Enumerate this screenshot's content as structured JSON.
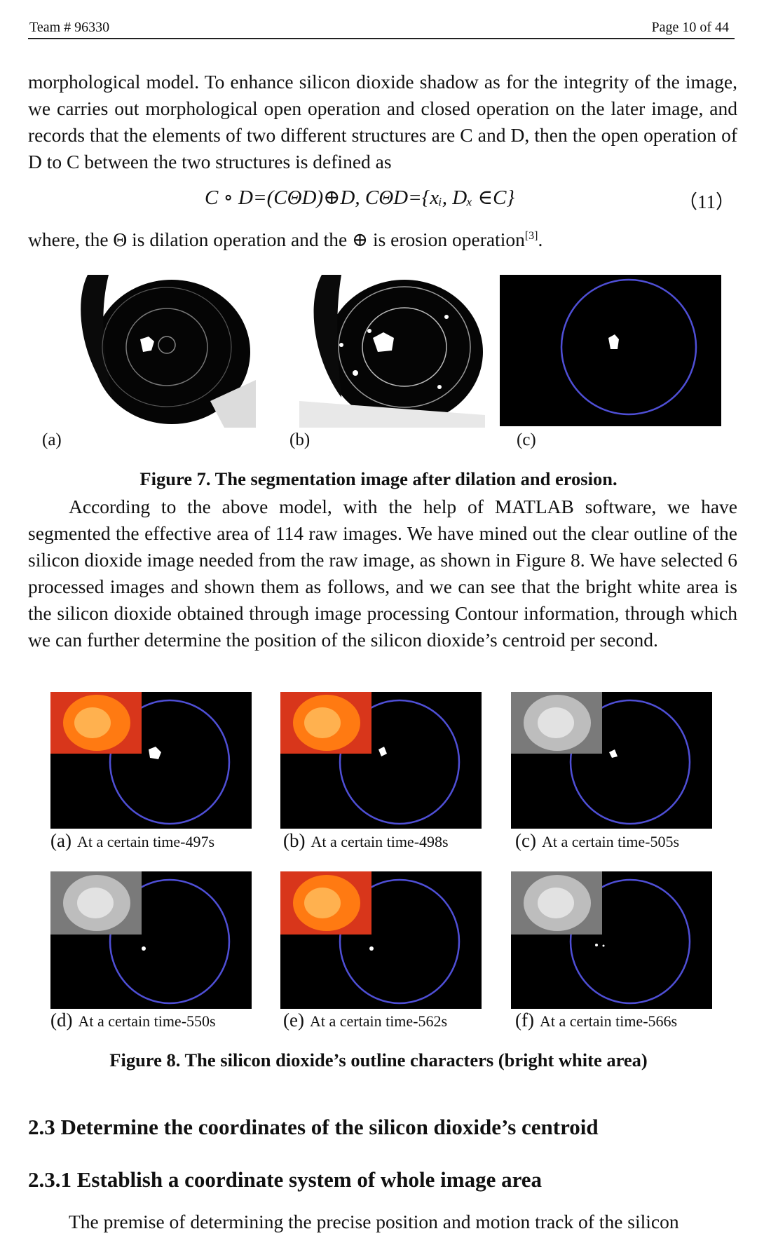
{
  "header": {
    "team": "Team # 96330",
    "page": "Page 10 of 44"
  },
  "paragraph1": "morphological model. To enhance silicon dioxide shadow as for the integrity of the image, we carries out morphological open operation and closed operation on the later image, and records that the elements of two different structures are C and D, then the open operation of D to C between the two structures is defined as",
  "equation": {
    "formula": "C ∘ D=(CΘD)⊕D,  CΘD={xᵢ, Dₓ ∈C}",
    "number": "（11）"
  },
  "where_line": {
    "text": "where, the Θ is dilation operation and the ⊕ is erosion operation",
    "ref": "[3]",
    "end": "."
  },
  "figure7": {
    "labels": [
      "(a)",
      "(b)",
      "(c)"
    ],
    "caption": "Figure 7. The segmentation image after dilation and erosion."
  },
  "paragraph2": "According to the above model, with the help of MATLAB software, we have segmented the effective area of 114 raw images. We have mined out the clear outline of the silicon dioxide image needed from the raw image, as shown in Figure 8. We have selected 6 processed images and shown them as follows, and we can see that the bright white area is the silicon dioxide obtained through image processing Contour information, through which we can further determine the position of the silicon dioxide’s centroid per second.",
  "figure8": {
    "panels": [
      {
        "letter": "(a)",
        "text": "At a certain time-497s"
      },
      {
        "letter": "(b)",
        "text": "At a certain time-498s"
      },
      {
        "letter": "(c)",
        "text": "At a certain time-505s"
      },
      {
        "letter": "(d)",
        "text": "At a certain time-550s"
      },
      {
        "letter": "(e)",
        "text": "At a certain time-562s"
      },
      {
        "letter": "(f)",
        "text": "At a certain time-566s"
      }
    ],
    "caption": "Figure 8. The silicon dioxide’s outline characters (bright white area)"
  },
  "section": {
    "h2": "2.3 Determine the coordinates of the silicon dioxide’s centroid",
    "h3": "2.3.1 Establish a coordinate system of whole image area"
  },
  "paragraph3": "The premise of determining the precise position and motion track of the silicon",
  "colors": {
    "circle": "#4f4fd6",
    "hot_inset": "#ff7a12",
    "gray_inset": "#bdbdbd"
  }
}
